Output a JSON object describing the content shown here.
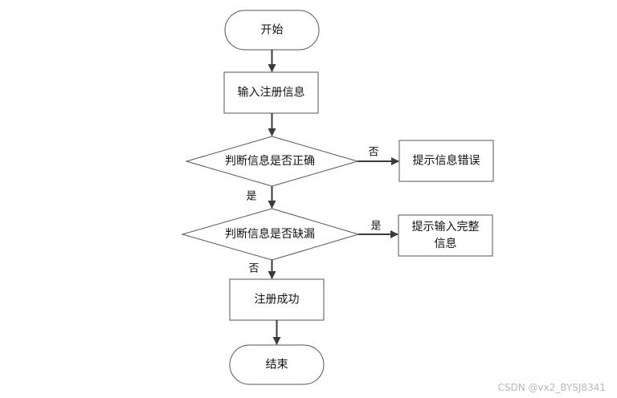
{
  "nodes": {
    "start": "开始",
    "input_info": "输入注册信息",
    "check_correct": "判断信息是否正确",
    "error_tip": "提示信息错误",
    "check_missing": "判断信息是否缺漏",
    "complete_tip_line1": "提示输入完整",
    "complete_tip_line2": "信息",
    "register_success": "注册成功",
    "end": "结束"
  },
  "edge_labels": {
    "correct_no": "否",
    "correct_yes": "是",
    "missing_yes": "是",
    "missing_no": "否"
  },
  "watermark": "CSDN @vx2_BYSJ8341"
}
